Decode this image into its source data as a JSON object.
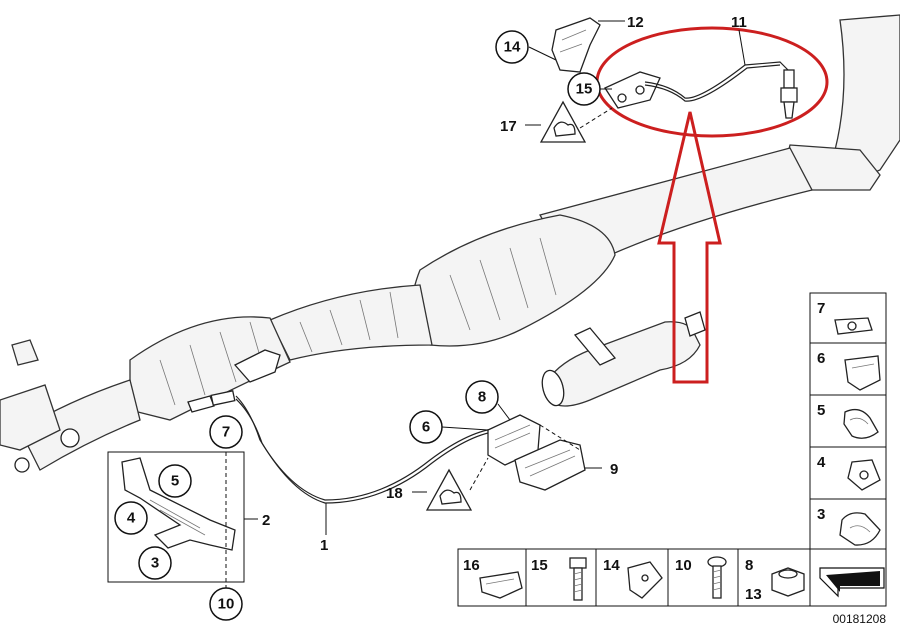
{
  "callouts": {
    "n1": "1",
    "n2": "2",
    "n3": "3",
    "n4": "4",
    "n5": "5",
    "n6": "6",
    "n7": "7",
    "n8": "8",
    "n9": "9",
    "n10": "10",
    "n11": "11",
    "n12": "12",
    "n14": "14",
    "n15": "15",
    "n17": "17",
    "n18": "18"
  },
  "legend": {
    "items": [
      "7",
      "6",
      "5",
      "4",
      "3"
    ],
    "bottom_row": [
      "16",
      "15",
      "14",
      "10",
      "8",
      "13"
    ]
  },
  "diagram_id": "00181208",
  "colors": {
    "highlight": "#cc1f1f",
    "line": "#111111",
    "pipe_fill": "#f4f4f4"
  }
}
